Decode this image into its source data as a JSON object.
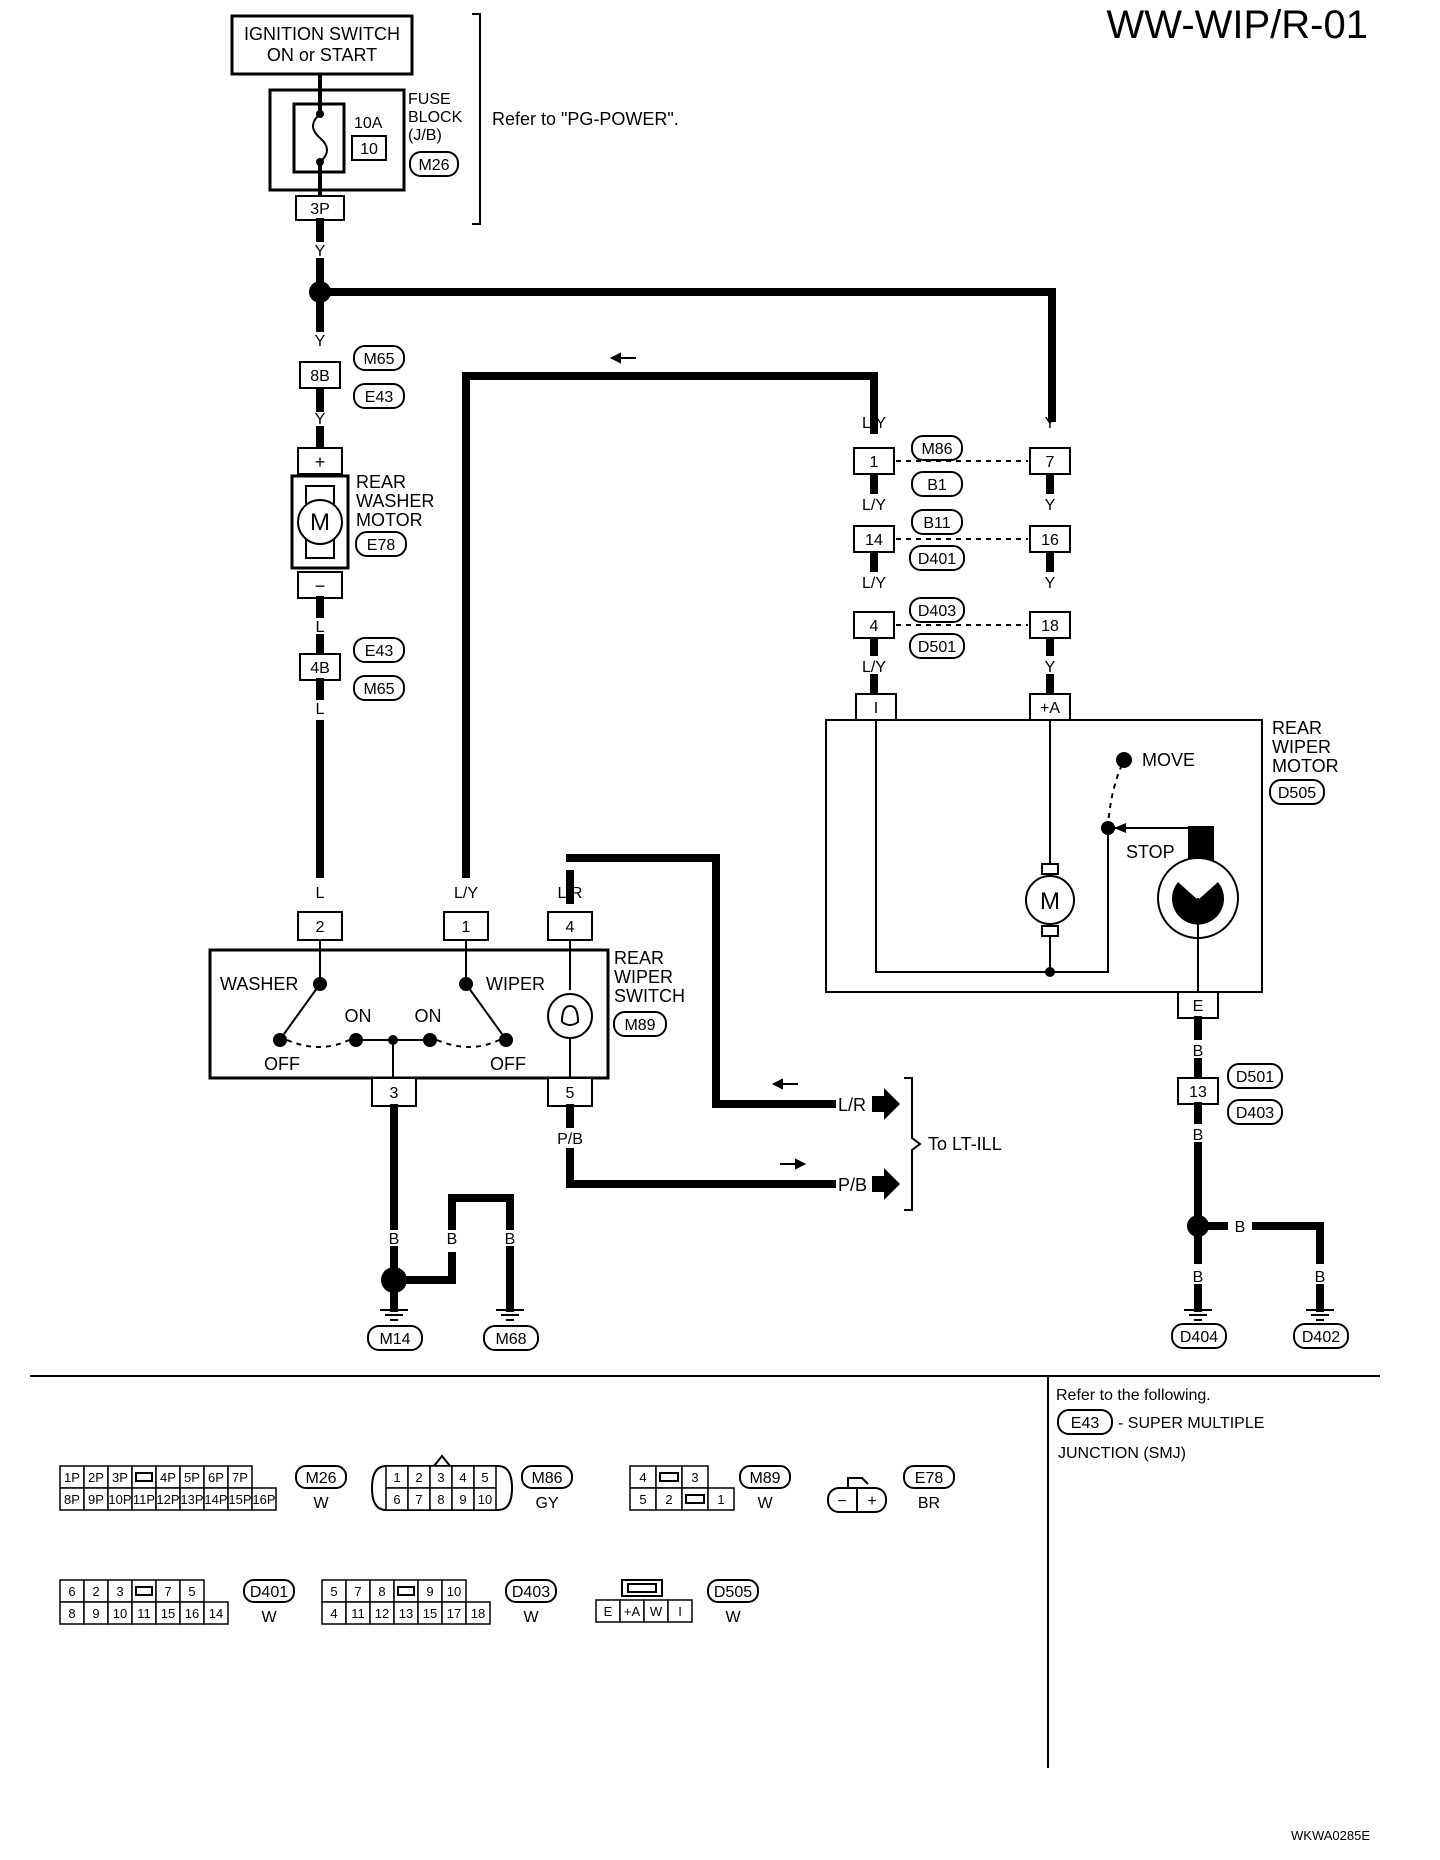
{
  "page": {
    "title": "WW-WIP/R-01",
    "figure_id": "WKWA0285E"
  },
  "power": {
    "ignition": [
      "IGNITION SWITCH",
      "ON or START"
    ],
    "fuse_block": [
      "FUSE",
      "BLOCK",
      "(J/B)"
    ],
    "fuse_amp": "10A",
    "fuse_no": "10",
    "fuse_conn": "M26",
    "fuse_pin": "3P",
    "refer": "Refer to \"PG-POWER\"."
  },
  "wire_colors": {
    "y": "Y",
    "ly": "L/Y",
    "l": "L",
    "lr": "L/R",
    "pb": "P/B",
    "b": "B"
  },
  "connectors": {
    "m65": "M65",
    "e43": "E43",
    "e78": "E78",
    "m86": "M86",
    "b1": "B1",
    "b11": "B11",
    "d401": "D401",
    "d403": "D403",
    "d501": "D501",
    "d505": "D505",
    "m89": "M89",
    "m14": "M14",
    "m68": "M68",
    "d404": "D404",
    "d402": "D402"
  },
  "pins": {
    "p8b": "8B",
    "plus": "+",
    "minus": "−",
    "p4b": "4B",
    "p1": "1",
    "p7": "7",
    "p14": "14",
    "p16": "16",
    "p4": "4",
    "p18": "18",
    "pI": "I",
    "pA": "+A",
    "pE": "E",
    "p13": "13",
    "sw2": "2",
    "sw1": "1",
    "sw4": "4",
    "sw3": "3",
    "sw5": "5"
  },
  "washer_motor": {
    "label": [
      "REAR",
      "WASHER",
      "MOTOR"
    ],
    "symbol": "M"
  },
  "wiper_motor": {
    "label": [
      "REAR",
      "WIPER",
      "MOTOR"
    ],
    "symbol": "M",
    "move": "MOVE",
    "stop": "STOP"
  },
  "wiper_switch": {
    "label": [
      "REAR",
      "WIPER",
      "SWITCH"
    ],
    "washer": "WASHER",
    "wiper": "WIPER",
    "on": "ON",
    "off": "OFF"
  },
  "lt_ill": {
    "lr": "L/R",
    "pb": "P/B",
    "to": "To LT-ILL"
  },
  "refer_box": {
    "line1": "Refer to the following.",
    "conn": "E43",
    "line2": "- SUPER MULTIPLE",
    "line3": "JUNCTION (SMJ)"
  },
  "connector_views": {
    "m26": {
      "id": "M26",
      "color": "W",
      "top": [
        "1P",
        "2P",
        "3P",
        "",
        "4P",
        "5P",
        "6P",
        "7P"
      ],
      "bottom": [
        "8P",
        "9P",
        "10P",
        "11P",
        "12P",
        "13P",
        "14P",
        "15P",
        "16P"
      ]
    },
    "m86": {
      "id": "M86",
      "color": "GY",
      "top": [
        "1",
        "2",
        "3",
        "4",
        "5"
      ],
      "bottom": [
        "6",
        "7",
        "8",
        "9",
        "10"
      ]
    },
    "m89": {
      "id": "M89",
      "color": "W",
      "top": [
        "4",
        "",
        "3"
      ],
      "bottom": [
        "5",
        "2",
        "",
        "1"
      ]
    },
    "e78": {
      "id": "E78",
      "color": "BR",
      "pins": [
        "−",
        "+"
      ]
    },
    "d401": {
      "id": "D401",
      "color": "W",
      "top": [
        "6",
        "2",
        "3",
        "",
        "7",
        "5"
      ],
      "bottom": [
        "8",
        "9",
        "10",
        "11",
        "15",
        "16",
        "14"
      ]
    },
    "d403": {
      "id": "D403",
      "color": "W",
      "top": [
        "5",
        "7",
        "8",
        "",
        "9",
        "10"
      ],
      "bottom": [
        "4",
        "11",
        "12",
        "13",
        "15",
        "17",
        "18"
      ]
    },
    "d505": {
      "id": "D505",
      "color": "W",
      "pins": [
        "E",
        "+A",
        "W",
        "I"
      ]
    }
  }
}
